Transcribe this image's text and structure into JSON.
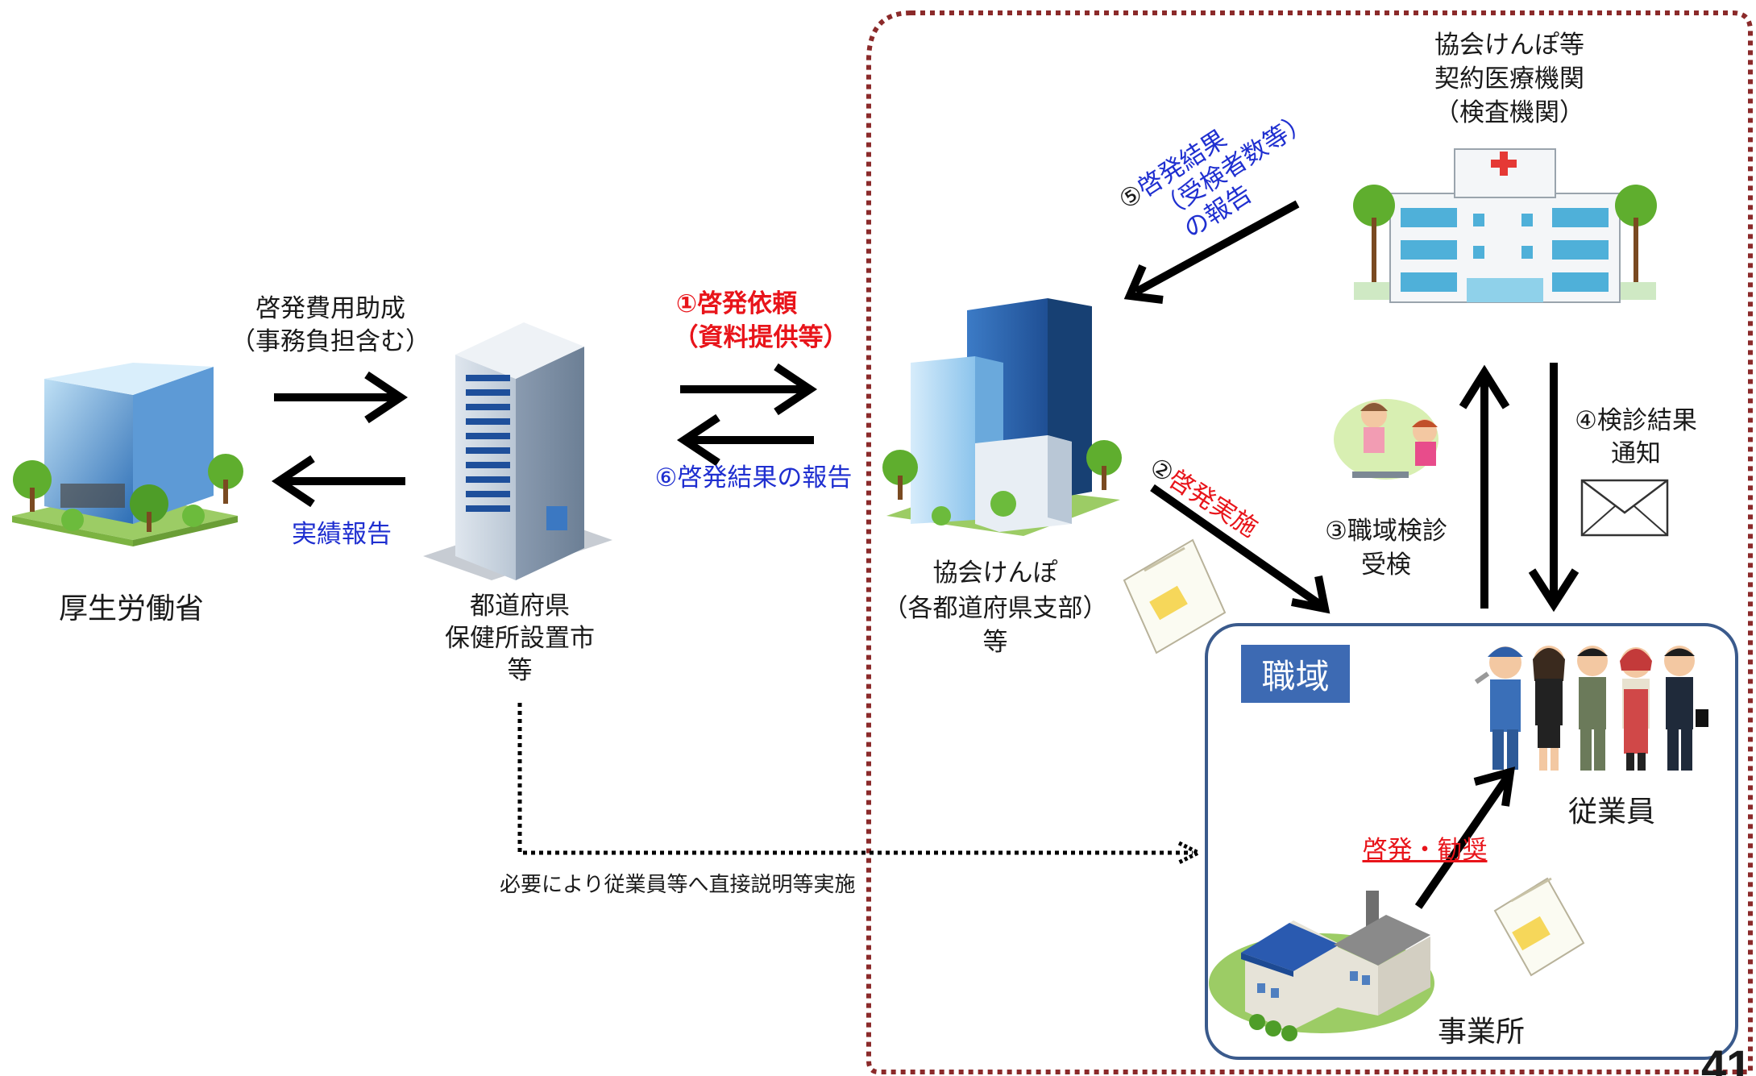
{
  "entities": {
    "mhlw": "厚生労働省",
    "prefecture": [
      "都道府県",
      "保健所設置市",
      "等"
    ],
    "kyokai_branch": [
      "協会けんぽ",
      "（各都道府県支部）",
      "等"
    ],
    "medical": [
      "協会けんぽ等",
      "契約医療機関",
      "（検査機関）"
    ],
    "workplace": "職域",
    "employees": "従業員",
    "office": "事業所"
  },
  "flows": {
    "subsidy": [
      "啓発費用助成",
      "（事務負担含む）"
    ],
    "results_report": "実績報告",
    "step1": [
      "①啓発依頼",
      "（資料提供等）"
    ],
    "step6": "⑥啓発結果の報告",
    "step2_num": "②",
    "step2_text": "啓発実施",
    "step3": [
      "③職域検診",
      "受検"
    ],
    "step4": [
      "④検診結果",
      "通知"
    ],
    "step5_num": "⑤",
    "step5": [
      "啓発結果",
      "（受検者数等）",
      "の報告"
    ],
    "promotion": "啓発・勧奨",
    "direct_explanation": "必要により従業員等へ直接説明等実施"
  },
  "page_number": "41",
  "colors": {
    "red": "#e8141a",
    "blue": "#1f2fd0",
    "dotted_border": "#8b2a2a",
    "workplace_border": "#3a5a8c",
    "workplace_label_bg": "#3d6ab3"
  }
}
